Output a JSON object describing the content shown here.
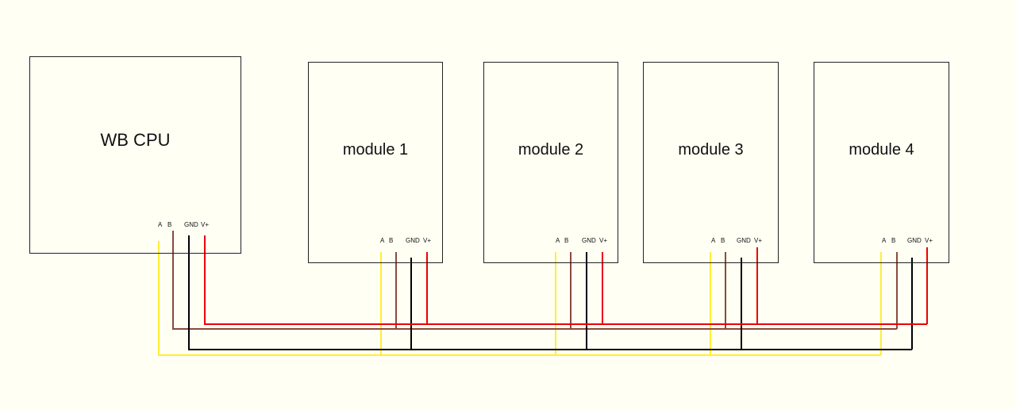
{
  "cpu": {
    "title": "WB CPU",
    "pins": {
      "a": "A",
      "b": "B",
      "gnd": "GND",
      "vplus": "V+"
    }
  },
  "modules": [
    {
      "title": "module 1",
      "pins": {
        "a": "A",
        "b": "B",
        "gnd": "GND",
        "vplus": "V+"
      }
    },
    {
      "title": "module 2",
      "pins": {
        "a": "A",
        "b": "B",
        "gnd": "GND",
        "vplus": "V+"
      }
    },
    {
      "title": "module 3",
      "pins": {
        "a": "A",
        "b": "B",
        "gnd": "GND",
        "vplus": "V+"
      }
    },
    {
      "title": "module 4",
      "pins": {
        "a": "A",
        "b": "B",
        "gnd": "GND",
        "vplus": "V+"
      }
    }
  ],
  "colors": {
    "background": "#fffff4",
    "wire_a": "#ffee33",
    "wire_b": "#8a4a3c",
    "wire_gnd": "#000000",
    "wire_vplus": "#ee0000"
  }
}
